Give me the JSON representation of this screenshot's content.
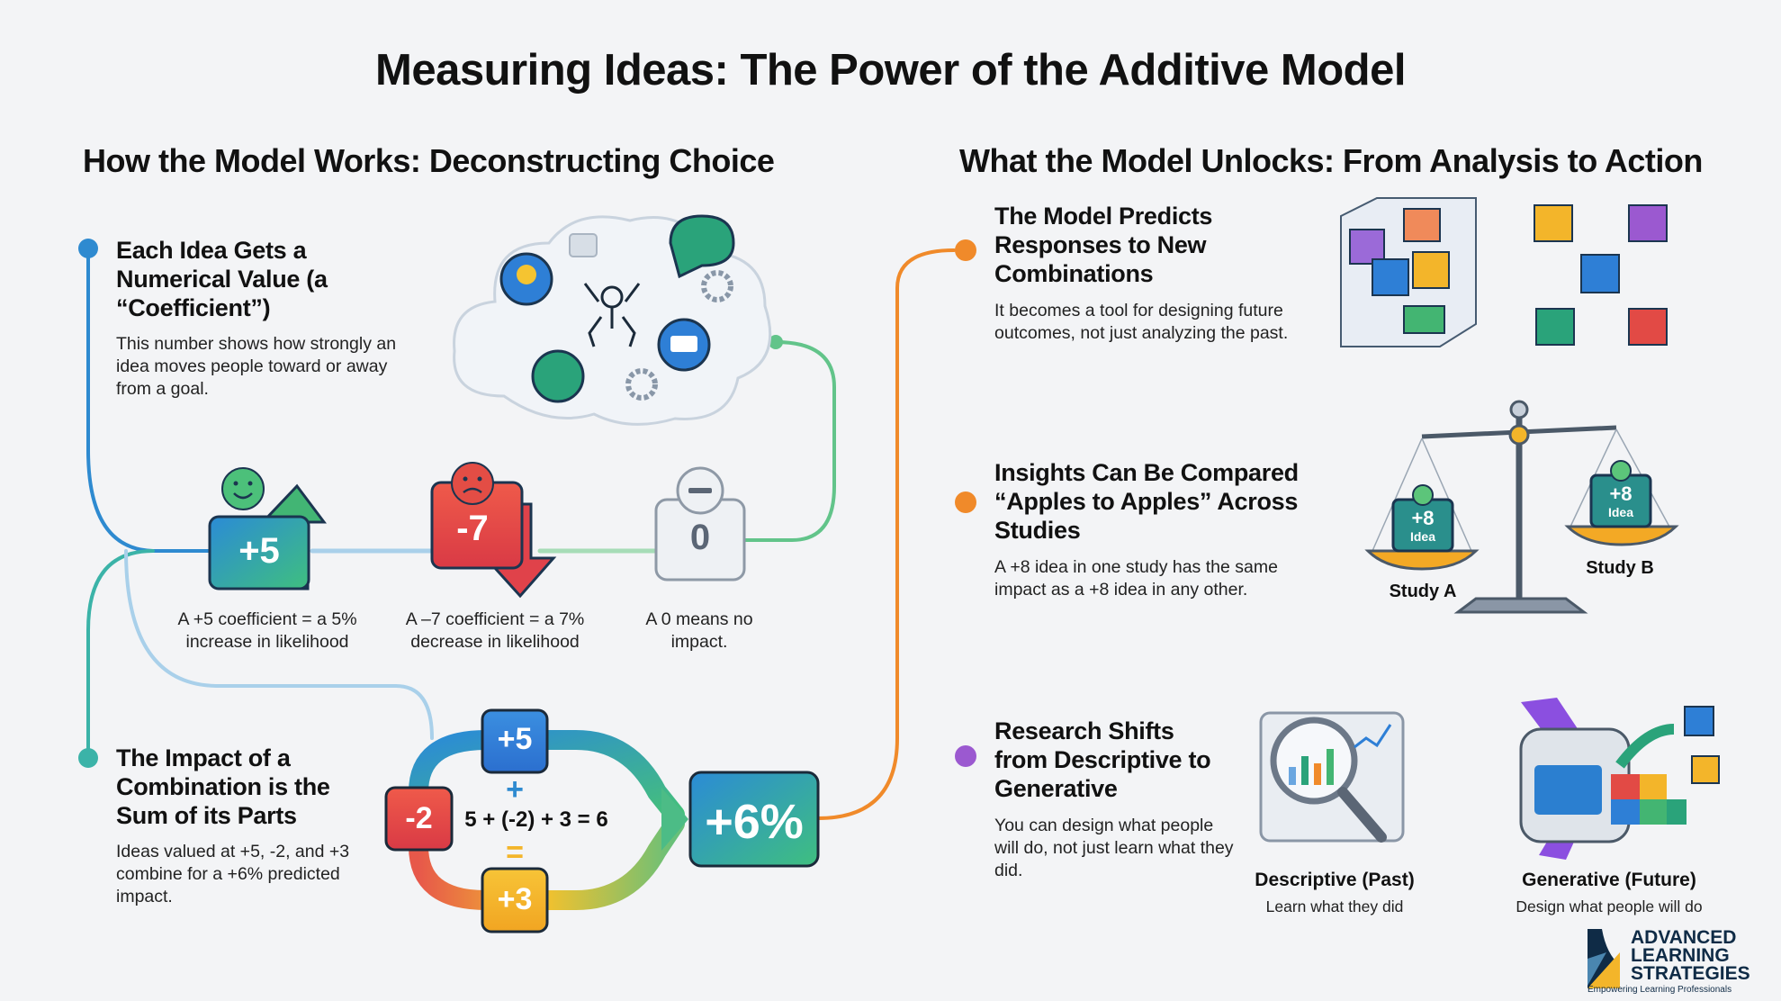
{
  "title": "Measuring Ideas: The Power of the Additive Model",
  "left": {
    "heading": "How the Model Works: Deconstructing Choice",
    "section1": {
      "heading": "Each Idea Gets a Numerical Value (a “Coefficient”)",
      "body": "This number shows how strongly an idea moves people toward or away from a goal."
    },
    "coefficients": [
      {
        "value": "+5",
        "caption": "A +5 coefficient = a 5% increase in likelihood"
      },
      {
        "value": "-7",
        "caption": "A –7 coefficient = a 7% decrease in likelihood"
      },
      {
        "value": "0",
        "caption": "A 0 means no impact."
      }
    ],
    "section2": {
      "heading": "The Impact of a Combination is the Sum of its Parts",
      "body": "Ideas valued at +5, -2, and +3 combine for a +6% predicted impact."
    },
    "combo": {
      "a": "+5",
      "b": "-2",
      "c": "+3",
      "plus": "+",
      "equals": "=",
      "equation": "5 + (-2) + 3 = 6",
      "result": "+6%"
    }
  },
  "right": {
    "heading": "What the Model Unlocks: From Analysis to Action",
    "section1": {
      "heading": "The Model Predicts Responses to New Combinations",
      "body": "It becomes a tool for designing future outcomes, not just analyzing the past."
    },
    "section2": {
      "heading": "Insights Can Be Compared “Apples to Apples” Across Studies",
      "body": "A +8 idea in one study has the same impact as a +8 idea in any other.",
      "study_a": "Study A",
      "study_b": "Study B",
      "value": "+8",
      "idea": "Idea"
    },
    "section3": {
      "heading": "Research Shifts from Descriptive to Generative",
      "body": "You can design what people will do, not just learn what they did.",
      "descriptive": {
        "label": "Descriptive (Past)",
        "sub": "Learn what they did"
      },
      "generative": {
        "label": "Generative (Future)",
        "sub": "Design what people will do"
      }
    }
  },
  "logo": {
    "line1": "ADVANCED",
    "line2": "LEARNING",
    "line3": "STRATEGIES",
    "tagline": "Empowering Learning Professionals"
  },
  "colors": {
    "blue": "#2e8ad0",
    "teal": "#3bb3a8",
    "green": "#4cbf7a",
    "red": "#e24a45",
    "orange": "#f08a2a",
    "purple": "#9b59d0",
    "yellow": "#f3b52a"
  }
}
